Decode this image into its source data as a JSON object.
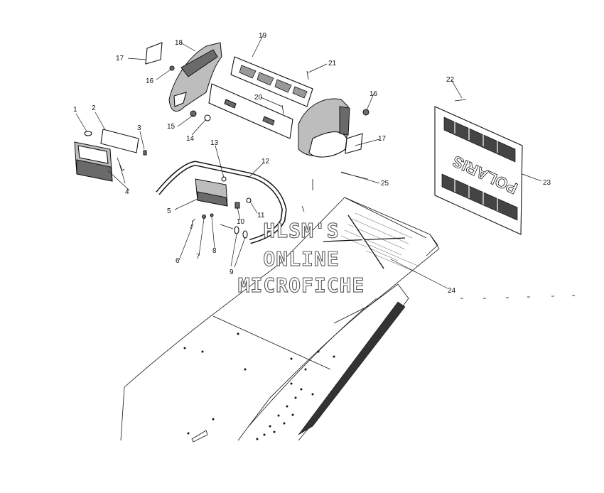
{
  "watermark": {
    "line1": "HLSM'S",
    "line2": "ONLINE",
    "line3": "MICROFICHE"
  },
  "grille_logo": "POLARIS",
  "callouts": [
    {
      "id": "c1",
      "label": "1"
    },
    {
      "id": "c2",
      "label": "2"
    },
    {
      "id": "c3",
      "label": "3"
    },
    {
      "id": "c4",
      "label": "4"
    },
    {
      "id": "c5",
      "label": "5"
    },
    {
      "id": "c6",
      "label": "6"
    },
    {
      "id": "c7",
      "label": "7"
    },
    {
      "id": "c8",
      "label": "8"
    },
    {
      "id": "c9",
      "label": "9"
    },
    {
      "id": "c10",
      "label": "10"
    },
    {
      "id": "c11",
      "label": "11"
    },
    {
      "id": "c12",
      "label": "12"
    },
    {
      "id": "c13",
      "label": "13"
    },
    {
      "id": "c14",
      "label": "14"
    },
    {
      "id": "c15",
      "label": "15"
    },
    {
      "id": "c16a",
      "label": "16"
    },
    {
      "id": "c16b",
      "label": "16"
    },
    {
      "id": "c17a",
      "label": "17"
    },
    {
      "id": "c17b",
      "label": "17"
    },
    {
      "id": "c18",
      "label": "18"
    },
    {
      "id": "c19",
      "label": "19"
    },
    {
      "id": "c20",
      "label": "20"
    },
    {
      "id": "c21",
      "label": "21"
    },
    {
      "id": "c22",
      "label": "22"
    },
    {
      "id": "c23",
      "label": "23"
    },
    {
      "id": "c24",
      "label": "24"
    },
    {
      "id": "c25",
      "label": "25"
    }
  ]
}
